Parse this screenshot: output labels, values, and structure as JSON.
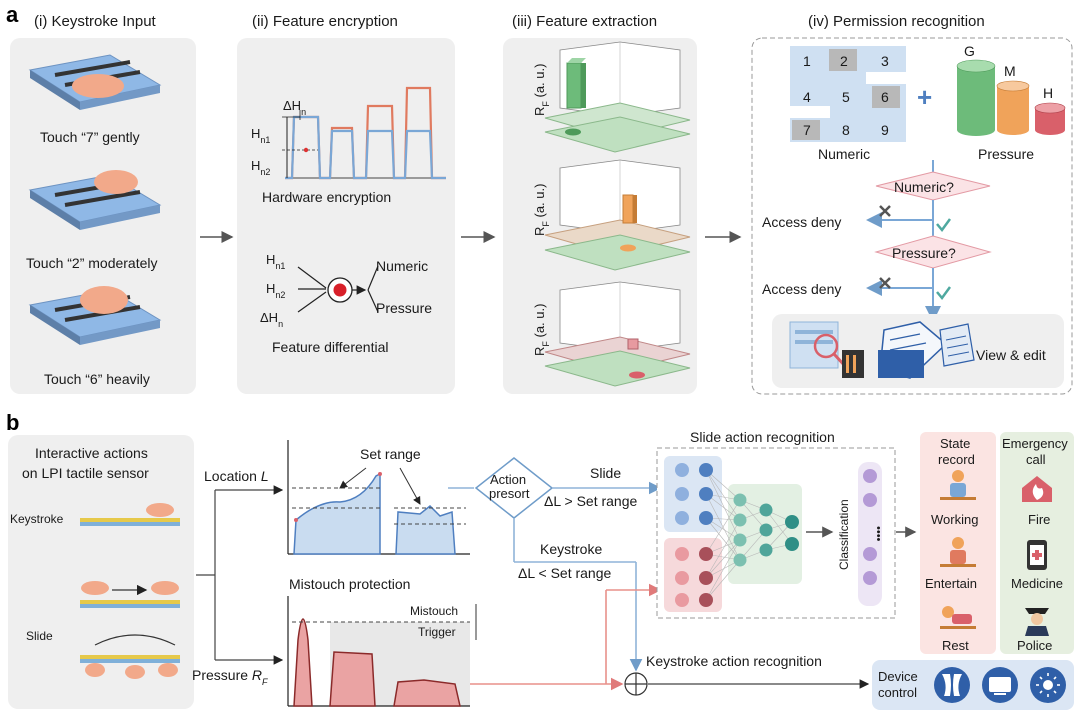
{
  "panel_a": {
    "letter": "a",
    "sections": {
      "keystroke": {
        "title": "(i) Keystroke Input",
        "captions": [
          "Touch “7” gently",
          "Touch “2” moderately",
          "Touch “6” heavily"
        ]
      },
      "encryption": {
        "title": "(ii) Feature encryption",
        "dh": "ΔH",
        "dh_sub": "n",
        "h1": "H",
        "h1_sub": "n1",
        "h2": "H",
        "h2_sub": "n2",
        "hardware": "Hardware encryption",
        "diff_in_1": "H",
        "diff_in_1_sub": "n1",
        "diff_in_2": "H",
        "diff_in_2_sub": "n2",
        "diff_in_3": "ΔH",
        "diff_in_3_sub": "n",
        "numeric": "Numeric",
        "pressure": "Pressure",
        "differential": "Feature differential"
      },
      "extraction": {
        "title": "(iii) Feature extraction",
        "axis": "R",
        "axis_sub": "F",
        "axis_unit": " (a. u.)"
      },
      "permission": {
        "title": "(iv) Permission recognition",
        "keypad": [
          "1",
          "2",
          "3",
          "4",
          "5",
          "6",
          "7",
          "8",
          "9"
        ],
        "numeric_label": "Numeric",
        "pressure_label": "Pressure",
        "levels": [
          "G",
          "M",
          "H"
        ],
        "plus": "+",
        "q_numeric": "Numeric?",
        "q_pressure": "Pressure?",
        "deny1": "Access deny",
        "deny2": "Access deny",
        "view_edit": "View & edit"
      }
    }
  },
  "panel_b": {
    "letter": "b",
    "interactive_title_1": "Interactive actions",
    "interactive_title_2": "on LPI tactile sensor",
    "keystroke": "Keystroke",
    "slide": "Slide",
    "location": "Location ",
    "location_var": "L",
    "pressure": "Pressure ",
    "pressure_var": "R",
    "pressure_sub": "F",
    "set_range": "Set range",
    "mistouch_protection": "Mistouch protection",
    "mistouch": "Mistouch",
    "trigger": "Trigger",
    "action_presort_1": "Action",
    "action_presort_2": "presort",
    "slide_branch": "Slide",
    "slide_cond": "ΔL > Set range",
    "key_branch": "Keystroke",
    "key_cond": "ΔL < Set range",
    "slide_recog": "Slide action recognition",
    "classification": "Classification",
    "dots": "••••",
    "key_recog": "Keystroke action recognition",
    "state_record_1": "State",
    "state_record_2": "record",
    "emergency_1": "Emergency",
    "emergency_2": "call",
    "states": [
      "Working",
      "Entertain",
      "Rest"
    ],
    "emergencies": [
      "Fire",
      "Medicine",
      "Police"
    ],
    "device_1": "Device",
    "device_2": "control"
  },
  "colors": {
    "panel_bg": "#efefef",
    "blue_line": "#7aa7d6",
    "red_line": "#e07a5f",
    "arrow_blue": "#8fb4d9",
    "arrow_red": "#e8918a",
    "green_bar": "#6dbb7a",
    "orange_bar": "#f0a35a",
    "red_bar": "#d9606a",
    "node_blue": "#4f7fc0",
    "node_teal": "#2f8f86",
    "node_red": "#a8505a",
    "node_purple": "#b49ad6",
    "device_blue": "#2f5fa8"
  }
}
